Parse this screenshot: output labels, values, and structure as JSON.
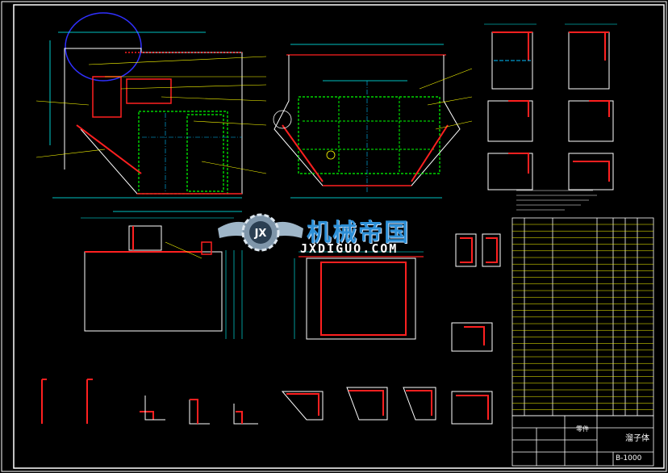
{
  "colors": {
    "background": "#000000",
    "border": "#ffffff",
    "outline": "#ffffff",
    "dimension": "#00ffff",
    "steel": "#ff2020",
    "weld": "#00ff00",
    "leader": "#ffff00",
    "centerline": "#00bfff",
    "highlight": "#3030ff",
    "watermark_text": "#2d8fd6"
  },
  "watermark": {
    "brand": "机械帝国",
    "domain": "JXDIGUO.COM",
    "logo_letters": "JX"
  },
  "title_block": {
    "drawing_name": "溜子体",
    "drawing_number": "B-1000",
    "material_cell": "零件"
  }
}
